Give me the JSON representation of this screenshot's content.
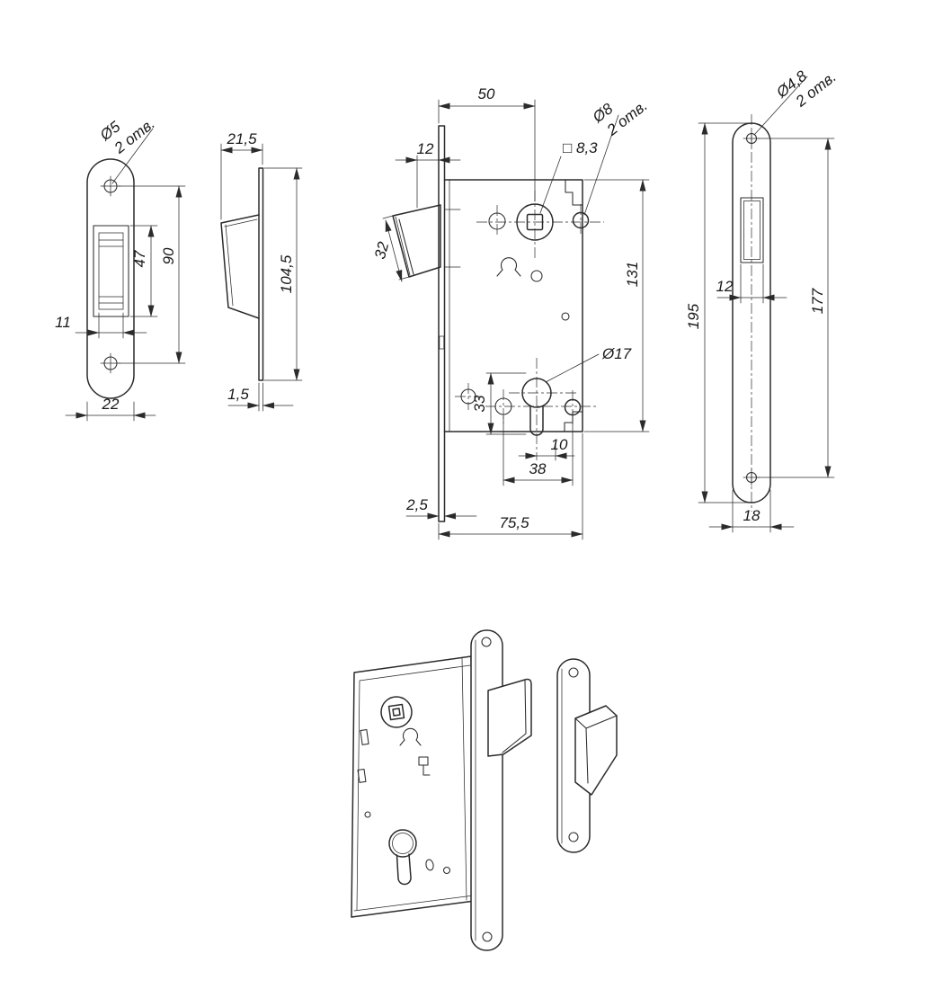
{
  "page": {
    "background": "#ffffff",
    "line_color": "#2b2b2b",
    "text_color": "#1a1a1a"
  },
  "views": {
    "strike_front": {
      "hole_dia": "Ø5",
      "hole_count": "2 отв.",
      "window_height": "47",
      "hole_spacing": "90",
      "window_width": "11",
      "plate_width": "22"
    },
    "strike_side": {
      "depth": "21,5",
      "height": "104,5",
      "thickness": "1,5"
    },
    "lock_body": {
      "backset": "50",
      "latch_inset": "12",
      "latch_face": "32",
      "spindle_square": "□ 8,3",
      "hole_dia": "Ø8",
      "hole_count": "2 отв.",
      "body_height": "131",
      "cylinder_dia": "Ø17",
      "cylinder_offset": "33",
      "offset_ten": "10",
      "hole_spacing": "38",
      "faceplate_thickness": "2,5",
      "body_depth": "75,5"
    },
    "faceplate": {
      "hole_dia": "Ø4,8",
      "hole_count": "2 отв.",
      "window_width": "12",
      "plate_height": "195",
      "hole_spacing": "177",
      "plate_width": "18"
    }
  }
}
